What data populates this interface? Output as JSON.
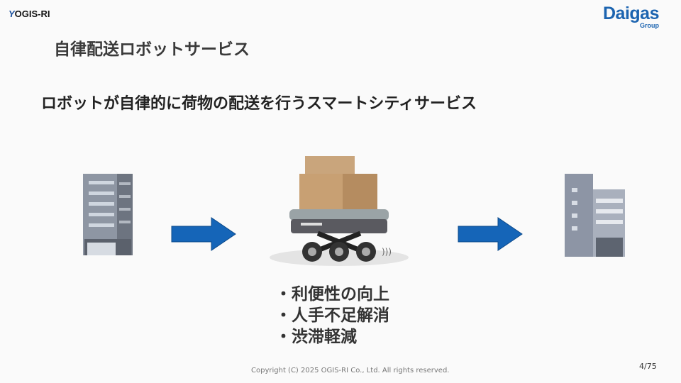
{
  "header": {
    "left_logo": "OGIS-RI",
    "right_logo": "Daigas",
    "right_logo_sub": "Group",
    "title": "自律配送ロボットサービス"
  },
  "main": {
    "subtitle": "ロボットが自律的に荷物の配送を行うスマートシティサービス",
    "bullets": [
      "利便性の向上",
      "人手不足解消",
      "渋滞軽減"
    ],
    "arrow_color": "#1565b8"
  },
  "footer": {
    "copyright": "Copyright (C) 2025 OGIS-RI Co., Ltd. All rights reserved.",
    "page": "4/75"
  }
}
